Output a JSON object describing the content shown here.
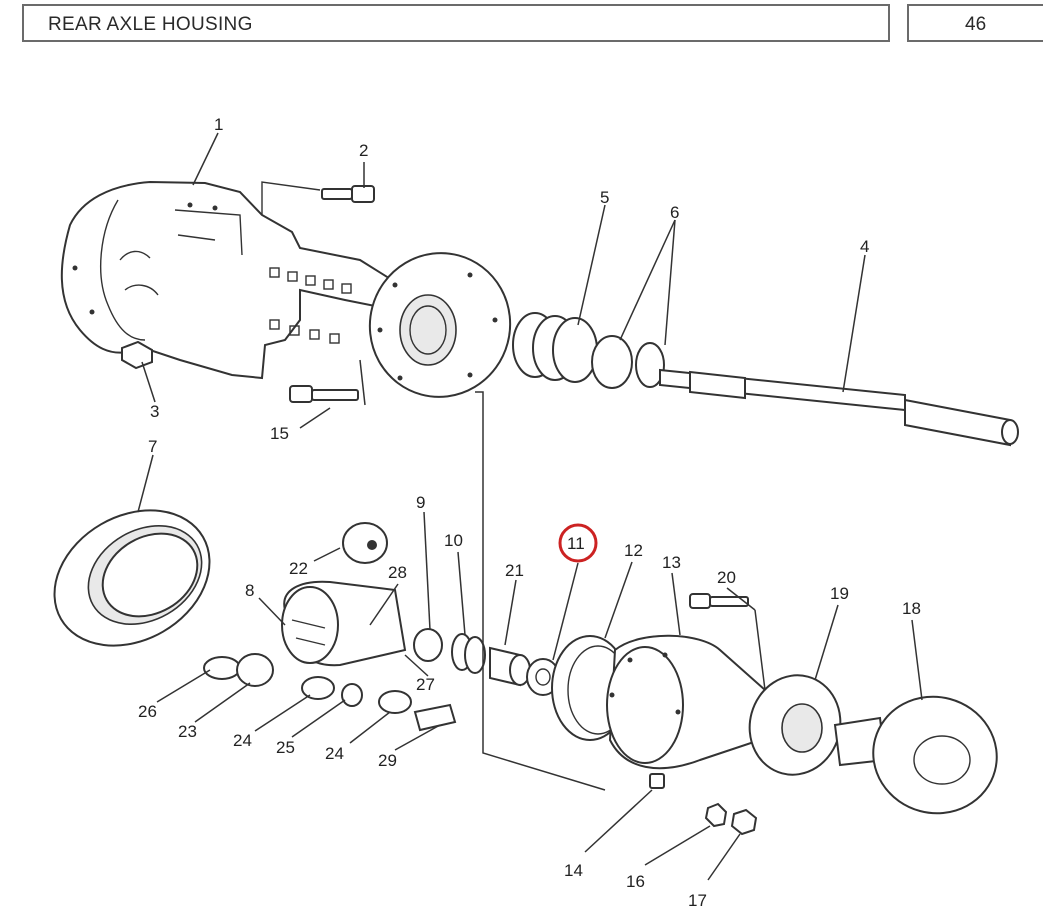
{
  "header": {
    "title": "REAR AXLE HOUSING",
    "page_number": "46"
  },
  "highlight": {
    "callout": "11",
    "color": "#cc2222"
  },
  "callouts": {
    "c1": "1",
    "c2": "2",
    "c3": "3",
    "c4": "4",
    "c5": "5",
    "c6": "6",
    "c7": "7",
    "c8": "8",
    "c9": "9",
    "c10": "10",
    "c11": "11",
    "c12": "12",
    "c13": "13",
    "c14": "14",
    "c15": "15",
    "c16": "16",
    "c17": "17",
    "c18": "18",
    "c19": "19",
    "c20": "20",
    "c21": "21",
    "c22": "22",
    "c23": "23",
    "c24a": "24",
    "c24b": "24",
    "c25": "25",
    "c26": "26",
    "c27": "27",
    "c28": "28",
    "c29": "29"
  }
}
